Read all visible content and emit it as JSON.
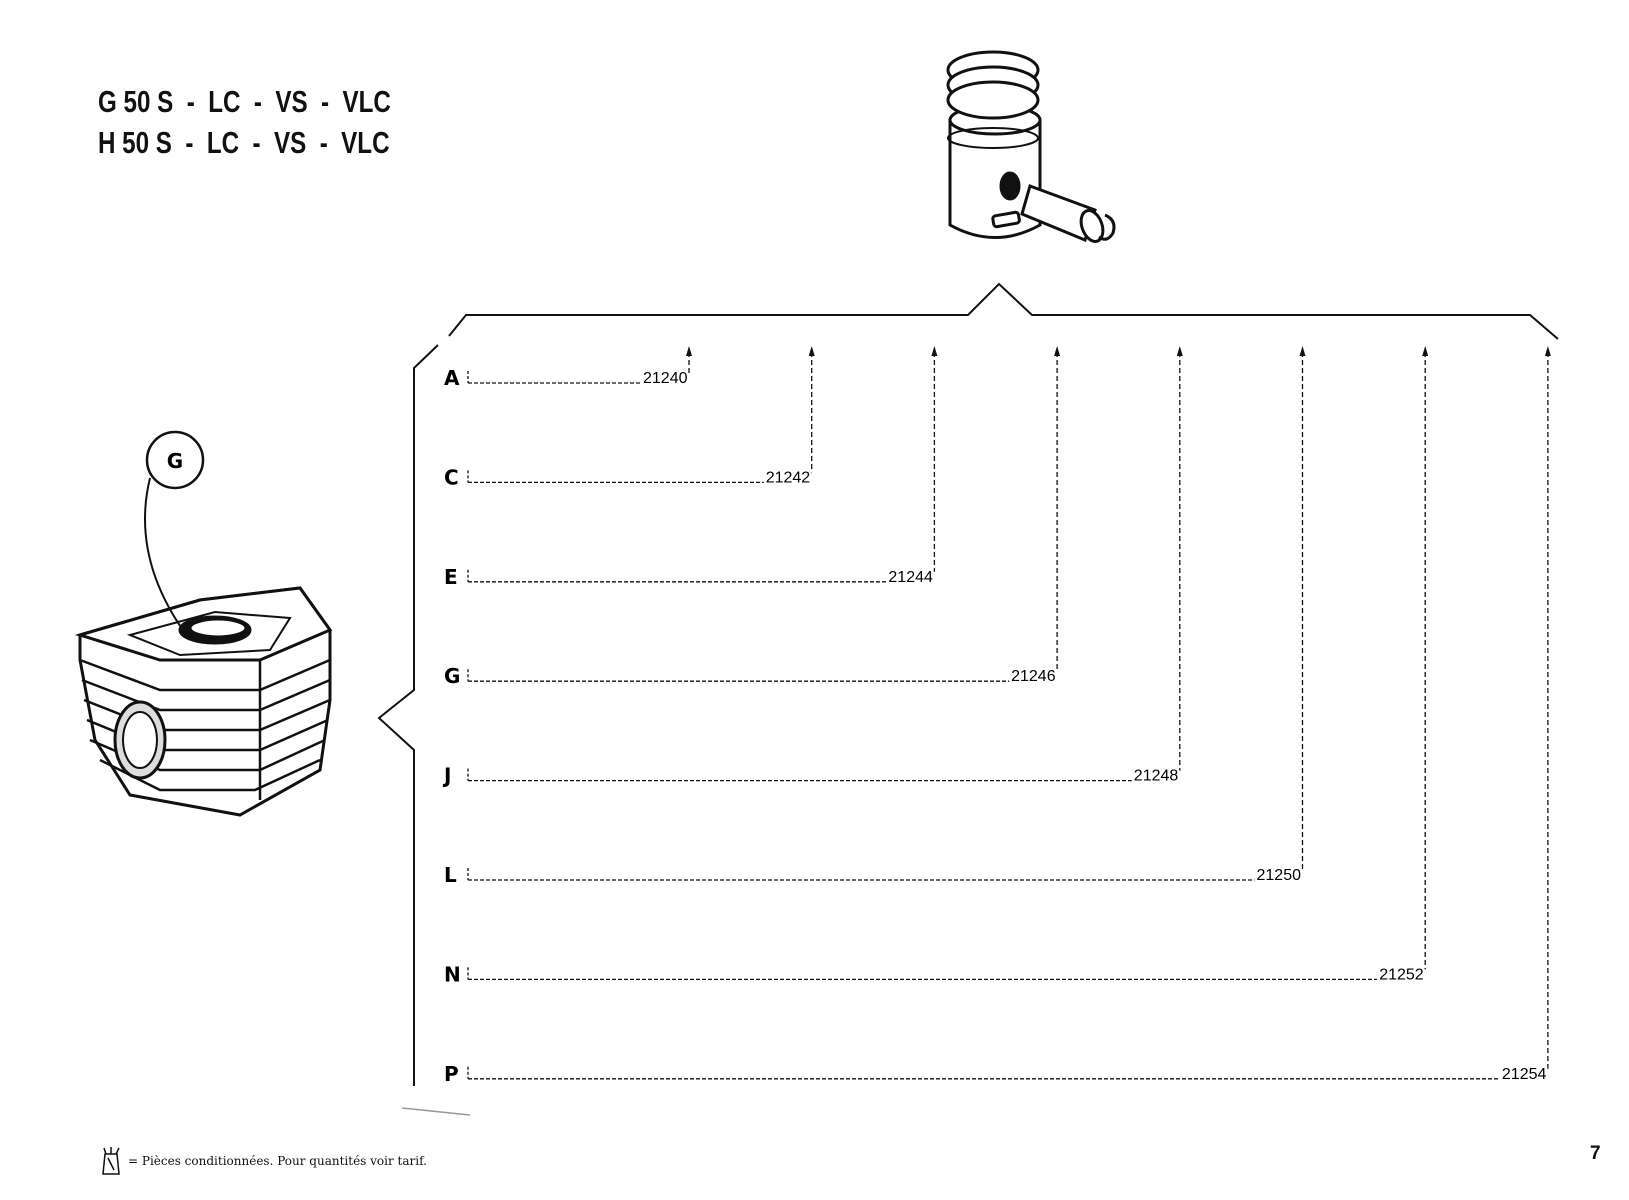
{
  "header": {
    "models": [
      "G 50 S  -  LC  -  VS  -  VLC",
      "H 50 S  -  LC  -  VS  -  VLC"
    ]
  },
  "callout": {
    "label": "G"
  },
  "parts_table": {
    "rows": [
      {
        "letter": "A",
        "part_number": "21240"
      },
      {
        "letter": "C",
        "part_number": "21242"
      },
      {
        "letter": "E",
        "part_number": "21244"
      },
      {
        "letter": "G",
        "part_number": "21246"
      },
      {
        "letter": "J",
        "part_number": "21248"
      },
      {
        "letter": "L",
        "part_number": "21250"
      },
      {
        "letter": "N",
        "part_number": "21252"
      },
      {
        "letter": "P",
        "part_number": "21254"
      }
    ]
  },
  "footer": {
    "icon": "packaged-parts-bag-icon",
    "note": "= Pièces conditionnées. Pour quantités voir tarif.",
    "page_number": "7"
  }
}
